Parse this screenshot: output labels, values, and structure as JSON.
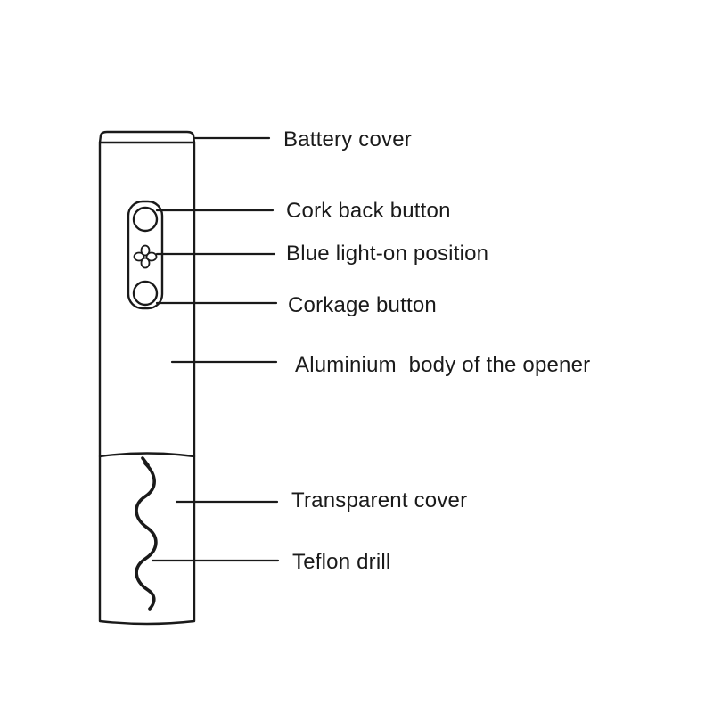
{
  "diagram": {
    "line_color": "#1a1a1a",
    "labels": {
      "battery_cover": "Battery cover",
      "cork_back_button": "Cork back button",
      "blue_light_position": "Blue light-on position",
      "corkage_button": "Corkage button",
      "aluminium_body": "Aluminium  body of the opener",
      "transparent_cover": "Transparent cover",
      "teflon_drill": "Teflon drill"
    }
  }
}
